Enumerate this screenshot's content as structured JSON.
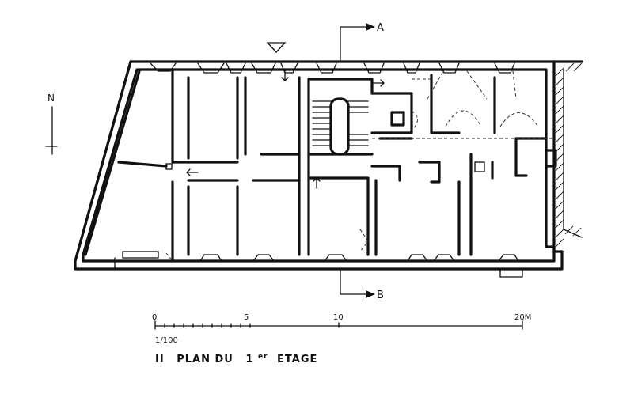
{
  "section_a": {
    "label": "A"
  },
  "section_b": {
    "label": "B"
  },
  "north": {
    "label": "N"
  },
  "scale": {
    "ticks": [
      "0",
      "5",
      "10",
      "20M"
    ],
    "ratio": "1/100"
  },
  "title": {
    "numeral": "II",
    "text": "PLAN DU",
    "ordinal_num": "1",
    "ordinal_sup": "er",
    "floor": "ETAGE"
  }
}
